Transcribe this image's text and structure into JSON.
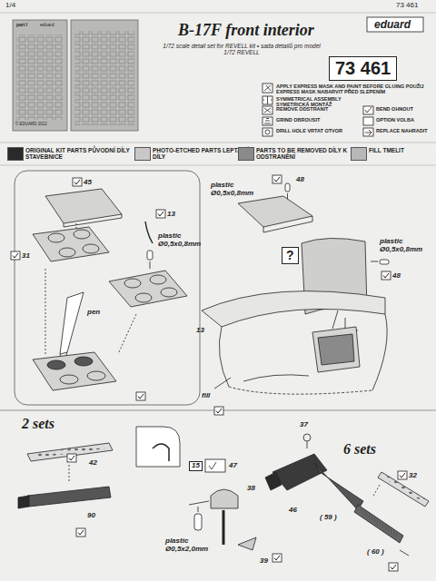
{
  "diagram": {
    "title": "B-17F front interior",
    "nodes": [
      {
        "text": [
          "73 461"
        ]
      }
    ],
    "labels": [
      "1/4",
      "73 461",
      "eduard",
      "1/72 scale detail set for REVELL kit • sada detailů pro model 1/72 REVELL",
      "part I",
      "eduard",
      "© EDUARD 2012",
      "45",
      "13",
      "31",
      "pen",
      "plastic Ø0,5x0,8mm",
      "48",
      "plastic Ø0,5x0,8mm",
      "?",
      "plastic Ø0,5x0,8mm",
      "48",
      "13",
      "fill",
      "2 sets",
      "42",
      "90",
      "37",
      "15",
      "47",
      "38",
      "6 sets",
      "32",
      "( 59 )",
      "46",
      "( 60 )",
      "39",
      "plastic Ø0,5x2,0mm"
    ],
    "legend": [
      {
        "text": "APPLY EXPRESS MASK AND PAINT BEFORE GLUING POUŽIJ EXPRESS MASK NABARVIT PŘED SLEPENÍM"
      },
      {
        "text": "SYMMETRICAL ASSEMBLY SYMETRICKÁ MONTÁŽ"
      },
      {
        "text": "REMOVE ODSTRANIT"
      },
      {
        "text": "BEND OHNOUT"
      },
      {
        "text": "GRIND OBROUSIT"
      },
      {
        "text": "OPTION VOLBA"
      },
      {
        "text": "DRILL HOLE VRTAT OTVOR"
      },
      {
        "text": "REPLACE NAHRADIT"
      },
      {
        "text": "ORIGINAL KIT PARTS PŮVODNÍ DÍLY STAVEBNICE",
        "color": "#2a2a2a"
      },
      {
        "text": "PHOTO-ETCHED PARTS LEPTANÉ DÍLY",
        "color": "#c8c8c8"
      },
      {
        "text": "PARTS TO BE REMOVED DÍLY K ODSTRANĚNÍ",
        "color": "#8a8a8a"
      },
      {
        "text": "FILL TMELIT",
        "color": "#b8b8b8"
      }
    ]
  }
}
